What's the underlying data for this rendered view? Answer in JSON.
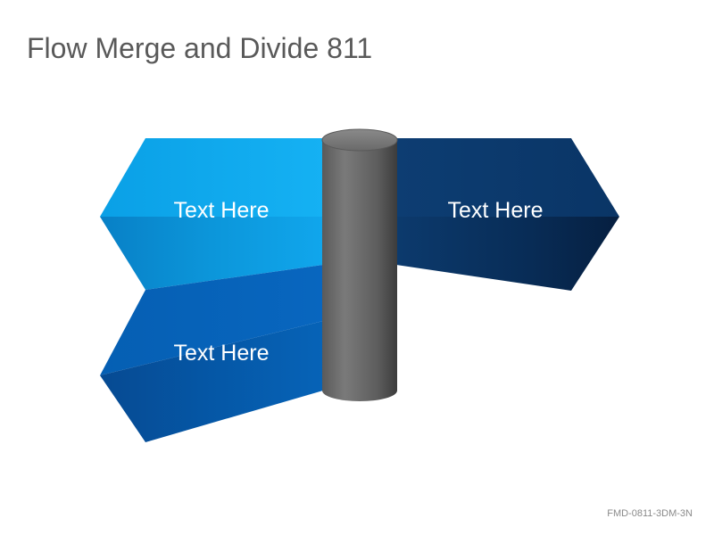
{
  "slide": {
    "title": "Flow Merge and Divide 811",
    "footer": "FMD-0811-3DM-3N"
  },
  "diagram": {
    "arrows": [
      {
        "label": "Text Here",
        "color": "#0ba3e8"
      },
      {
        "label": "Text Here",
        "color": "#0b3668"
      },
      {
        "label": "Text Here",
        "color": "#0563b8"
      }
    ],
    "cylinder": {
      "color": "#6b6b6b"
    }
  }
}
